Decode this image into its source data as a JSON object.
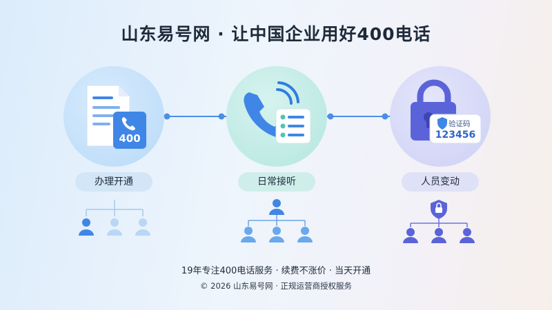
{
  "title": "山东易号网 · 让中国企业用好400电话",
  "steps": [
    {
      "label": "办理开通",
      "badge_text": "400"
    },
    {
      "label": "日常接听"
    },
    {
      "label": "人员变动",
      "badge_title": "验证码",
      "badge_code": "123456"
    }
  ],
  "footer": {
    "line1": "19年专注400电话服务 · 续费不涨价 · 当天开通",
    "line2": "© 2026 山东易号网 · 正规运营商授权服务"
  },
  "colors": {
    "primary_blue": "#3f86e6",
    "teal": "#5ccabb",
    "indigo": "#5b63d9",
    "connector": "#4a8fe6"
  }
}
